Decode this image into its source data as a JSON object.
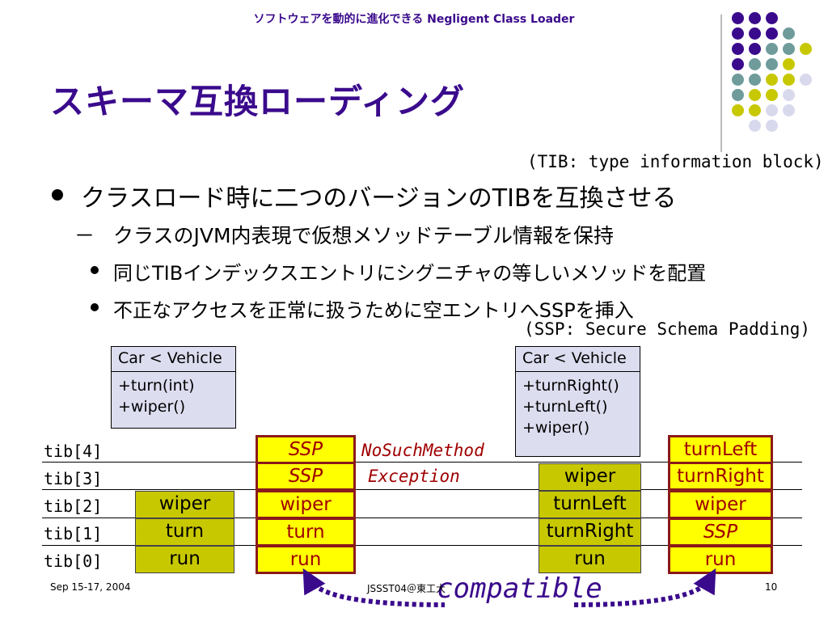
{
  "header": "ソフトウェアを動的に進化できる Negligent Class Loader",
  "title": "スキーマ互換ローディング",
  "tib_note": "(TIB: type information block)",
  "ssp_note": "(SSP: Secure Schema Padding)",
  "bullets": {
    "b1": "クラスロード時に二つのバージョンのTIBを互換させる",
    "b2_dash": "－",
    "b2": "クラスのJVM内表現で仮想メソッドテーブル情報を保持",
    "b3": "同じTIBインデックスエントリにシグニチャの等しいメソッドを配置",
    "b4": "不正なアクセスを正常に扱うために空エントリへSSPを挿入"
  },
  "class_left": {
    "header": "Car < Vehicle",
    "methods": [
      "+turn(int)",
      "+wiper()"
    ]
  },
  "class_right": {
    "header": "Car < Vehicle",
    "methods": [
      "+turnRight()",
      "+turnLeft()",
      "+wiper()"
    ]
  },
  "tib_labels": [
    "tib[4]",
    "tib[3]",
    "tib[2]",
    "tib[1]",
    "tib[0]"
  ],
  "columns": {
    "old_orig": {
      "tib2": "wiper",
      "tib1": "turn",
      "tib0": "run"
    },
    "old_compat": {
      "tib4": "SSP",
      "tib3": "SSP",
      "tib2": "wiper",
      "tib1": "turn",
      "tib0": "run"
    },
    "new_orig": {
      "tib3": "wiper",
      "tib2": "turnLeft",
      "tib1": "turnRight",
      "tib0": "run"
    },
    "new_compat": {
      "tib4": "turnLeft",
      "tib3": "turnRight",
      "tib2": "wiper",
      "tib1": "SSP",
      "tib0": "run"
    }
  },
  "exception": {
    "line1": "NoSuchMethod",
    "line2": "Exception"
  },
  "compatible": "compatible",
  "footer": {
    "date": "Sep 15-17, 2004",
    "center": "JSSST04＠東工大",
    "page": "10"
  },
  "colors": {
    "purple": "#3a0a8c",
    "olive": "#c8c800",
    "yellow": "#ffff00",
    "dark_red": "#8b1a1a",
    "teal": "#6f9b9b",
    "lavender": "#d9d9ee",
    "class_fill": "#ddddf0"
  }
}
